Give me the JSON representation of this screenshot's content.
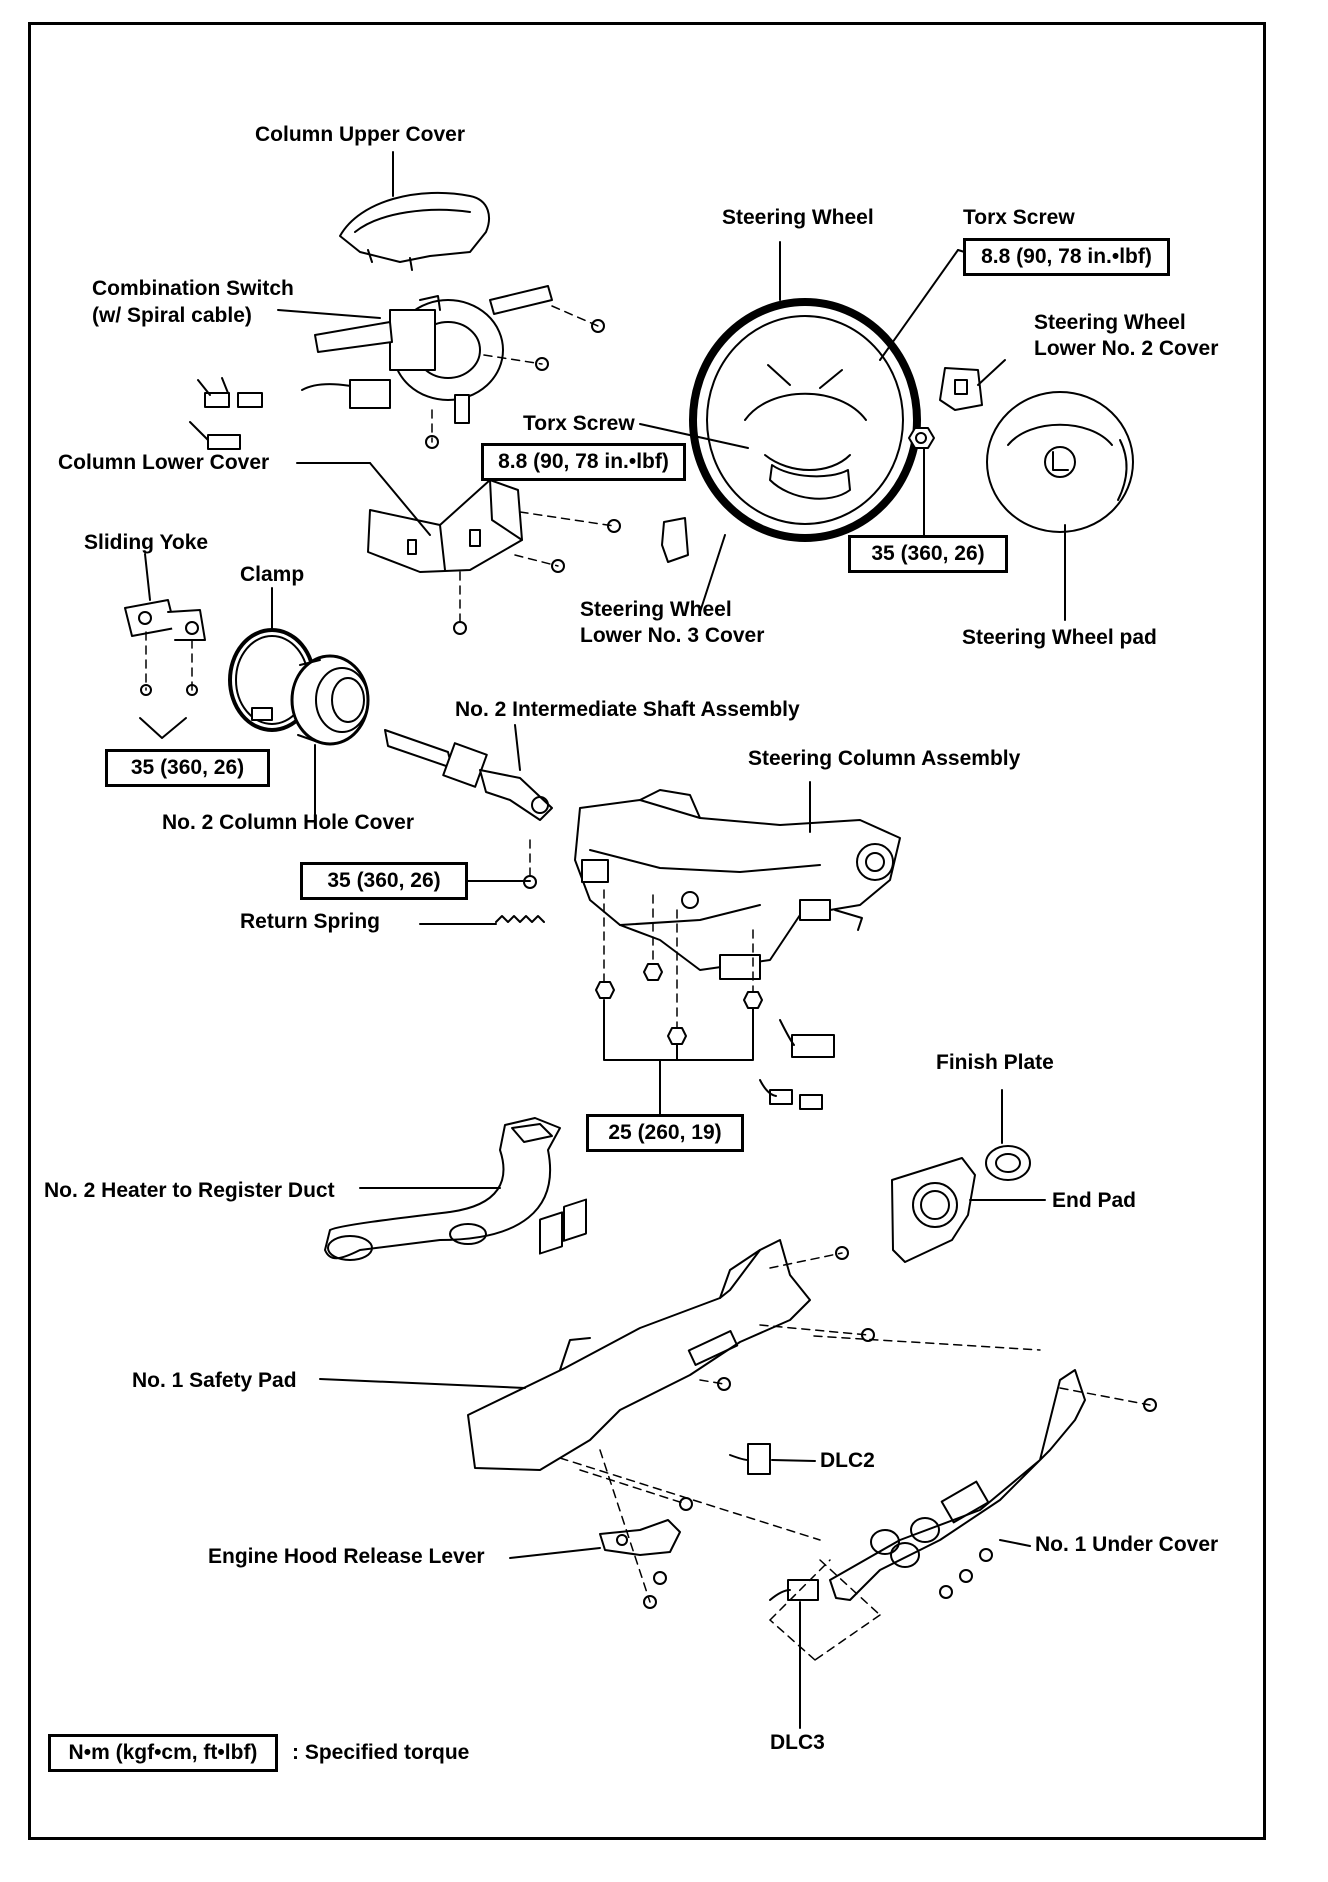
{
  "labels": {
    "column_upper_cover": "Column Upper Cover",
    "combination_switch_1": "Combination Switch",
    "combination_switch_2": "(w/ Spiral cable)",
    "column_lower_cover": "Column Lower Cover",
    "steering_wheel": "Steering Wheel",
    "torx_screw_top": "Torx Screw",
    "torx_screw_mid": "Torx Screw",
    "steering_wheel_lower_no2_cover_1": "Steering Wheel",
    "steering_wheel_lower_no2_cover_2": "Lower No. 2 Cover",
    "steering_wheel_lower_no3_cover_1": "Steering Wheel",
    "steering_wheel_lower_no3_cover_2": "Lower No. 3 Cover",
    "steering_wheel_pad": "Steering Wheel pad",
    "sliding_yoke": "Sliding Yoke",
    "clamp": "Clamp",
    "no2_intermediate_shaft": "No. 2 Intermediate Shaft Assembly",
    "steering_column_assembly": "Steering Column Assembly",
    "no2_column_hole_cover": "No. 2 Column Hole Cover",
    "return_spring": "Return Spring",
    "finish_plate": "Finish Plate",
    "end_pad": "End Pad",
    "no2_heater_duct": "No. 2 Heater to Register Duct",
    "no1_safety_pad": "No. 1 Safety Pad",
    "dlc2": "DLC2",
    "engine_hood_release_lever": "Engine Hood Release Lever",
    "no1_under_cover": "No. 1 Under Cover",
    "dlc3": "DLC3",
    "legend_suffix": ": Specified torque"
  },
  "torque": {
    "torx_top": "8.8 (90, 78 in.•lbf)",
    "torx_mid": "8.8 (90, 78 in.•lbf)",
    "wheel_nut": "35 (360, 26)",
    "sliding_yoke": "35 (360, 26)",
    "intermediate_shaft": "35 (360, 26)",
    "column_assembly": "25 (260, 19)",
    "legend_unit": "N•m (kgf•cm, ft•lbf)"
  }
}
